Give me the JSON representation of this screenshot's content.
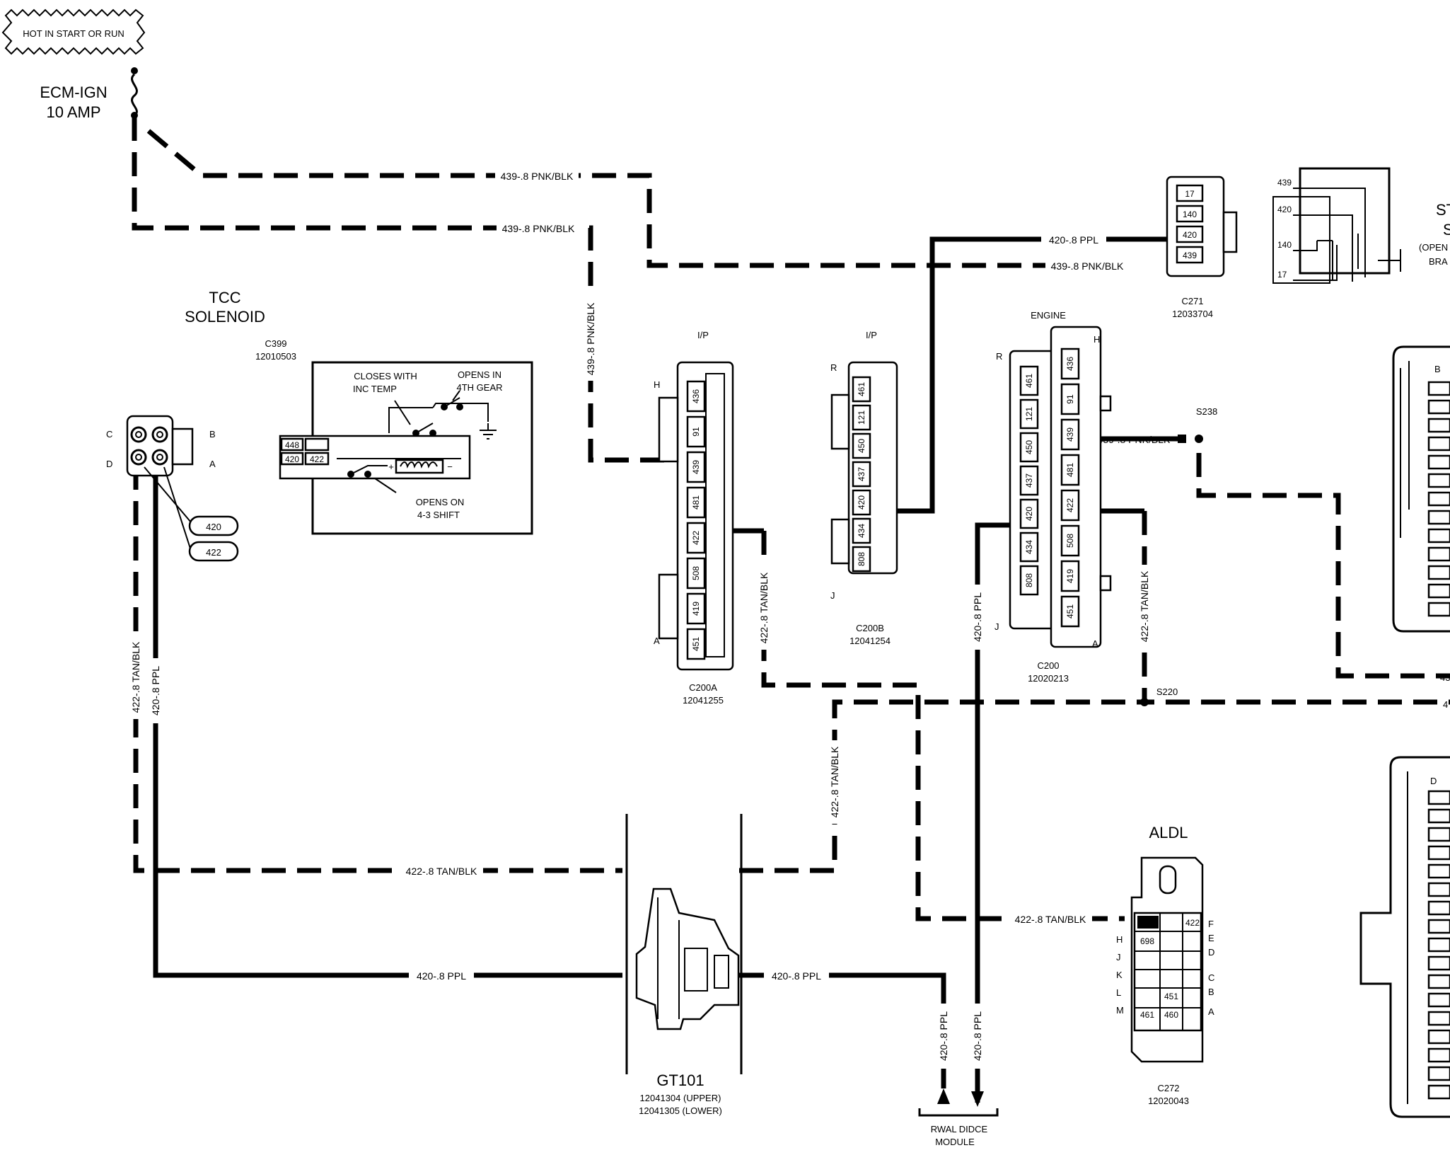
{
  "power": {
    "hot_label": "HOT IN START OR RUN",
    "fuse_name": "ECM-IGN",
    "fuse_rating": "10 AMP"
  },
  "tcc_solenoid": {
    "title_line1": "TCC",
    "title_line2": "SOLENOID",
    "connector_id": "C399",
    "part_number": "12010503",
    "switch_closes_line1": "CLOSES WITH",
    "switch_closes_line2": "INC TEMP",
    "switch_opens4_line1": "OPENS IN",
    "switch_opens4_line2": "4TH GEAR",
    "switch_opens43_line1": "OPENS ON",
    "switch_opens43_line2": "4-3 SHIFT",
    "pin_labels": [
      "C",
      "D",
      "B",
      "A"
    ],
    "terminals": [
      "448",
      "420",
      "422"
    ],
    "wire_tags": [
      "420",
      "422"
    ]
  },
  "wires": {
    "w439": "439-.8 PNK/BLK",
    "w420": "420-.8 PPL",
    "w422": "422-.8 TAN/BLK",
    "w422_short": "422-.8 TAN/BLK",
    "w420_short": "420-.8 PPL"
  },
  "c200a": {
    "header": "I/P",
    "id": "C200A",
    "part": "12041255",
    "pin_h": "H",
    "pin_a": "A",
    "pins": [
      "436",
      "91",
      "439",
      "481",
      "422",
      "508",
      "419",
      "451"
    ]
  },
  "c200b": {
    "header": "I/P",
    "id": "C200B",
    "part": "12041254",
    "pin_r": "R",
    "pin_j": "J",
    "pins": [
      "461",
      "121",
      "450",
      "437",
      "420",
      "434",
      "808"
    ]
  },
  "c200": {
    "header": "ENGINE",
    "id": "C200",
    "part": "12020213",
    "pin_r": "R",
    "pin_j": "J",
    "pin_h": "H",
    "pin_a": "A",
    "pins_left": [
      "461",
      "121",
      "450",
      "437",
      "420",
      "434",
      "808"
    ],
    "pins_right": [
      "436",
      "91",
      "439",
      "481",
      "422",
      "508",
      "419",
      "451"
    ]
  },
  "c271": {
    "id": "C271",
    "part": "12033704",
    "pins": [
      "17",
      "140",
      "420",
      "439"
    ]
  },
  "brake_switch": {
    "pin_labels": [
      "439",
      "420",
      "140",
      "17"
    ],
    "title_partial_1": "ST",
    "title_partial_2": "S",
    "note_partial": "(OPEN",
    "note_partial_2": "BRA"
  },
  "splices": {
    "s238": "S238",
    "s220": "S220"
  },
  "aldl": {
    "title": "ALDL",
    "id": "C272",
    "part": "12020043",
    "left_letters": [
      "H",
      "J",
      "K",
      "L",
      "M"
    ],
    "right_letters": [
      "F",
      "E",
      "D",
      "C",
      "B",
      "A"
    ],
    "cells": [
      "422",
      "698",
      "451",
      "461",
      "460"
    ]
  },
  "gt101": {
    "id": "GT101",
    "upper": "12041304 (UPPER)",
    "lower": "12041305 (LOWER)"
  },
  "rwal": {
    "line1": "RWAL DIDCE",
    "line2": "MODULE"
  },
  "right_connectors": {
    "upper_letter": "B",
    "lower_letter": "D",
    "edge_label_1": "43",
    "edge_label_2": "4"
  }
}
